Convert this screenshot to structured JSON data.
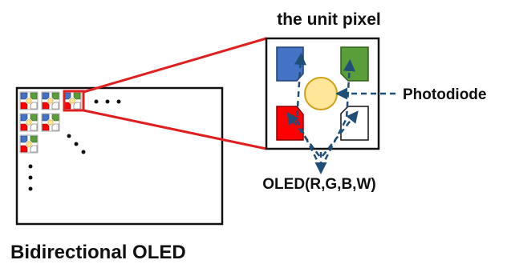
{
  "labels": {
    "unit_pixel": "the unit pixel",
    "photodiode": "Photodiode",
    "oled": "OLED(R,G,B,W)",
    "device": "Bidirectional OLED"
  },
  "colors": {
    "red": "#ff0000",
    "green": "#5a9e3a",
    "blue": "#4472c4",
    "white": "#ffffff",
    "photodiode": "#ffe699",
    "photodiode_border": "#d4a017",
    "highlight": "#e02020",
    "arrow": "#1f4e79",
    "outline": "#111111"
  },
  "mini_pixels": [
    {
      "row": 0,
      "col": 0
    },
    {
      "row": 0,
      "col": 1
    },
    {
      "row": 0,
      "col": 2
    },
    {
      "row": 1,
      "col": 0
    },
    {
      "row": 1,
      "col": 1
    },
    {
      "row": 2,
      "col": 0
    }
  ]
}
